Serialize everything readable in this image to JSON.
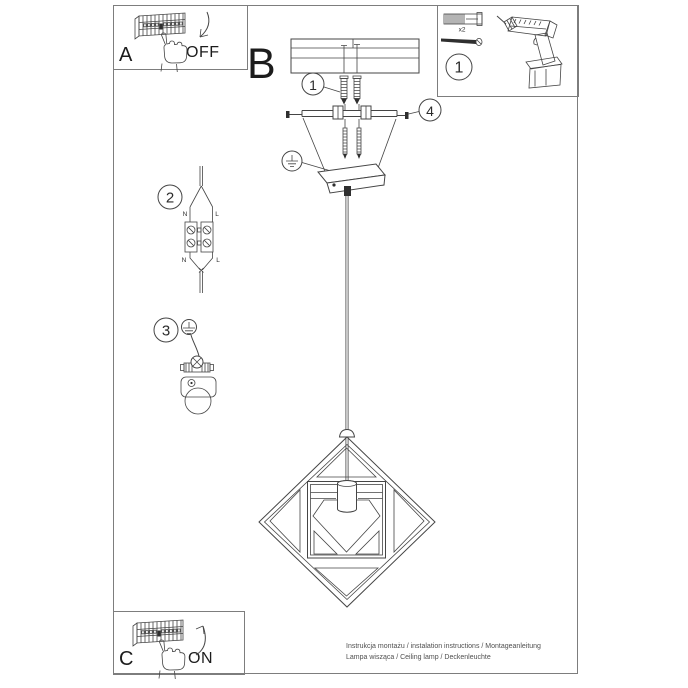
{
  "document": {
    "caption_line1": "Instrukcja montażu / instalation instructions / Montageanleitung",
    "caption_line2": "Lampa wisząca / Ceiling lamp / Deckenleuchte"
  },
  "sections": {
    "power_off": {
      "label": "A",
      "state": "OFF"
    },
    "mounting": {
      "label": "B"
    },
    "power_on": {
      "label": "C",
      "state": "ON"
    },
    "tools": {
      "step_number": "1",
      "anchor_quantity": "x2"
    }
  },
  "steps": {
    "step1": "1",
    "step2": "2",
    "step3": "3",
    "step4": "4"
  },
  "wiring_labels": {
    "neutral_top": "N",
    "live_top": "L",
    "neutral_bottom": "N",
    "live_bottom": "L"
  },
  "colors": {
    "line": "#454545",
    "border": "#7d7d7d",
    "caption": "#4f4f4f"
  }
}
